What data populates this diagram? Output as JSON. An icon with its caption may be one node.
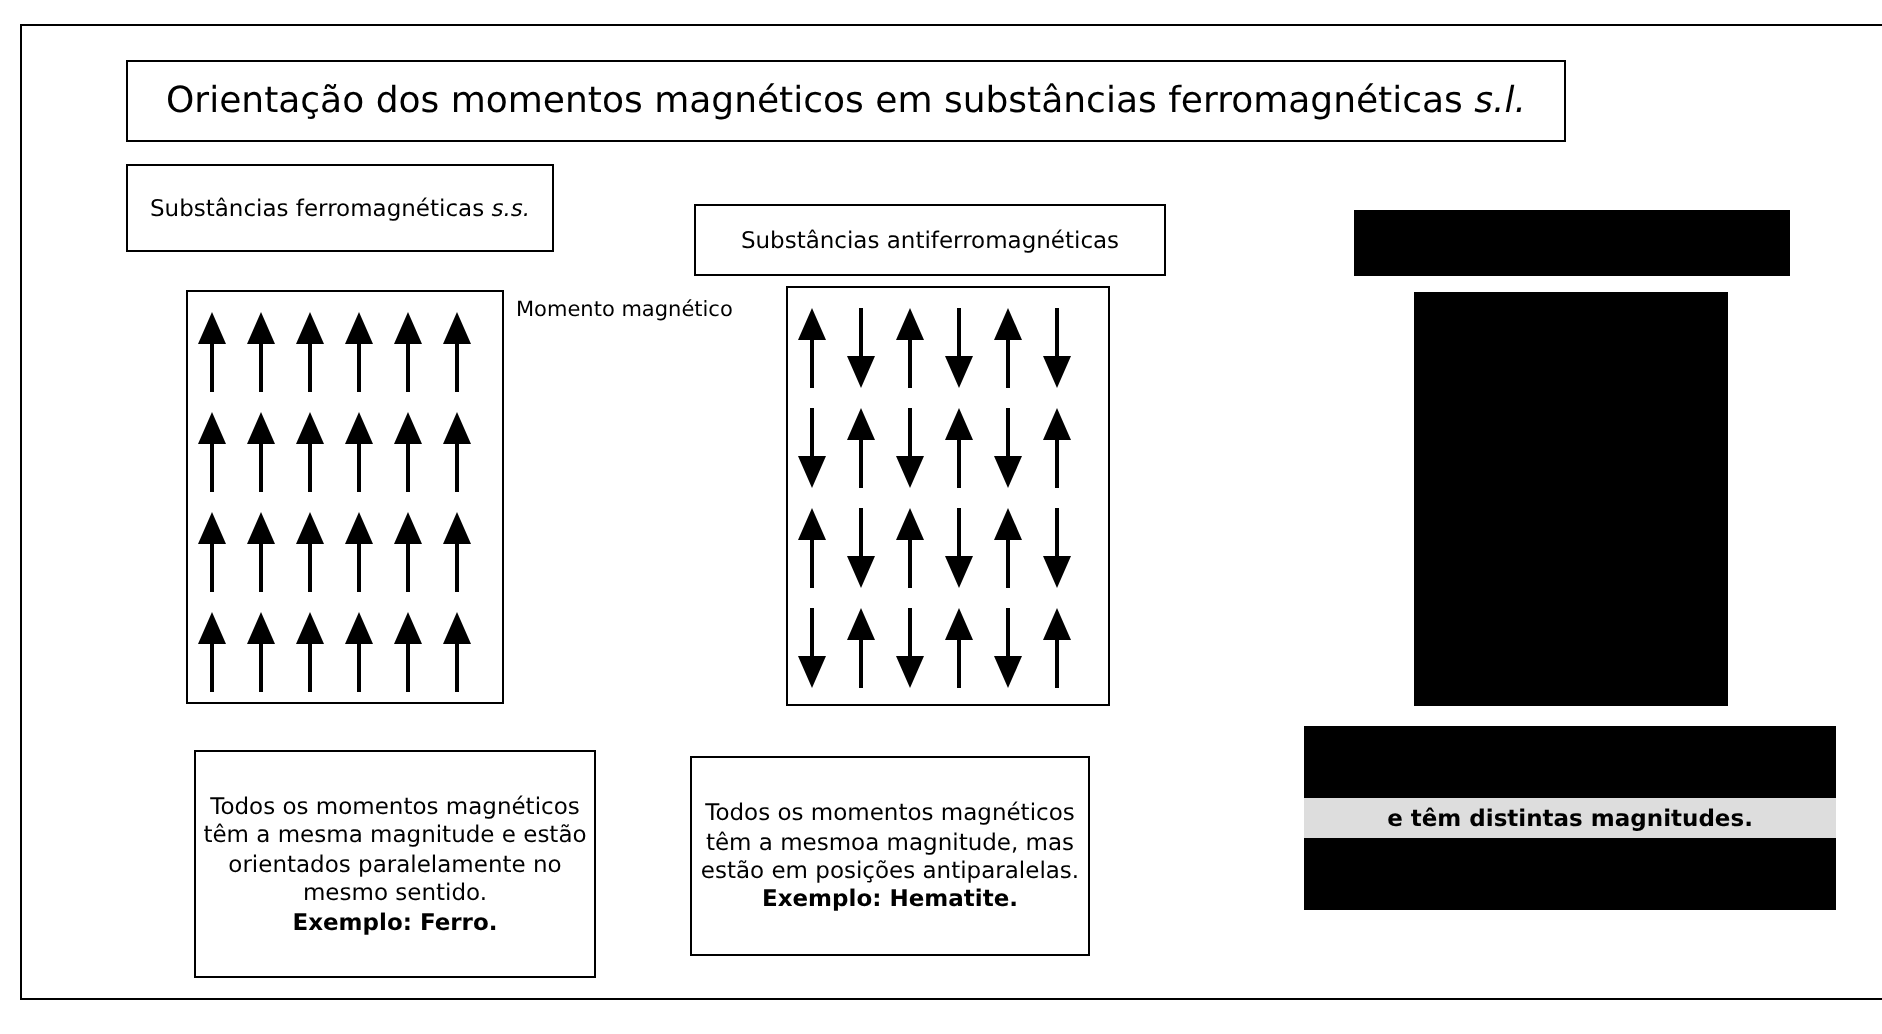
{
  "diagram": {
    "title": "Orientação dos momentos magnéticos em substâncias ferromagnéticas *s.l.*",
    "nodes": [
      {
        "text": [
          "Substâncias ferromagnéticas *s.s.*"
        ]
      },
      {
        "text": [],
        "shape": "box"
      },
      {
        "text": [
          "Substâncias antiferromagnéticas"
        ]
      },
      {
        "text": [],
        "shape": "box"
      },
      {
        "text": [],
        "shape": "bar"
      },
      {
        "text": [],
        "shape": "bar"
      },
      {
        "text": [
          "Todos os momentos magnéticos têm a mesma magnitude e estão orientados paralelamente no mesmo sentido.",
          "Exemplo: Ferro."
        ]
      },
      {
        "text": [
          "Todos os momentos magnéticos têm a mesmoa magnitude, mas estão em posições antiparalelas.",
          "Exemplo: Hematite."
        ]
      },
      {
        "text": [
          "e têm distintas magnitudes."
        ]
      }
    ],
    "labels": [
      "Momento magnético"
    ]
  }
}
